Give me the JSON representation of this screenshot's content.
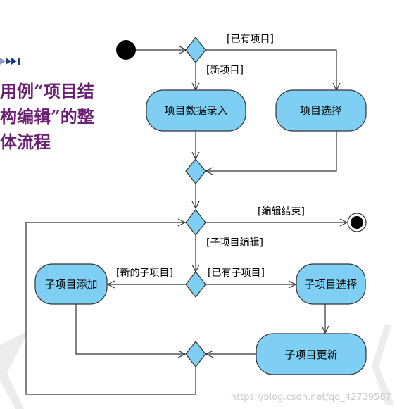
{
  "title": {
    "lines": [
      "用例“项目结",
      "构编辑”的整",
      "体流程"
    ]
  },
  "nodes": {
    "entry": "项目数据录入",
    "select": "项目选择",
    "sub_add": "子项目添加",
    "sub_select": "子项目选择",
    "sub_update": "子项目更新"
  },
  "guards": {
    "has_project": "[已有项目]",
    "new_project": "[新项目]",
    "edit_end": "[编辑结束]",
    "sub_edit": "[子项目编辑]",
    "new_sub": "[新的子项目]",
    "has_sub": "[已有子项目]"
  },
  "watermark": "https://blog.csdn.net/qq_42739587",
  "colors": {
    "node_fill": "#7ecff3",
    "diamond_fill": "#7ecff3",
    "stroke": "#333333",
    "title": "#6b1f73",
    "nav": "#1e3a8a"
  },
  "icons": [
    "nav-arrows-icon"
  ]
}
